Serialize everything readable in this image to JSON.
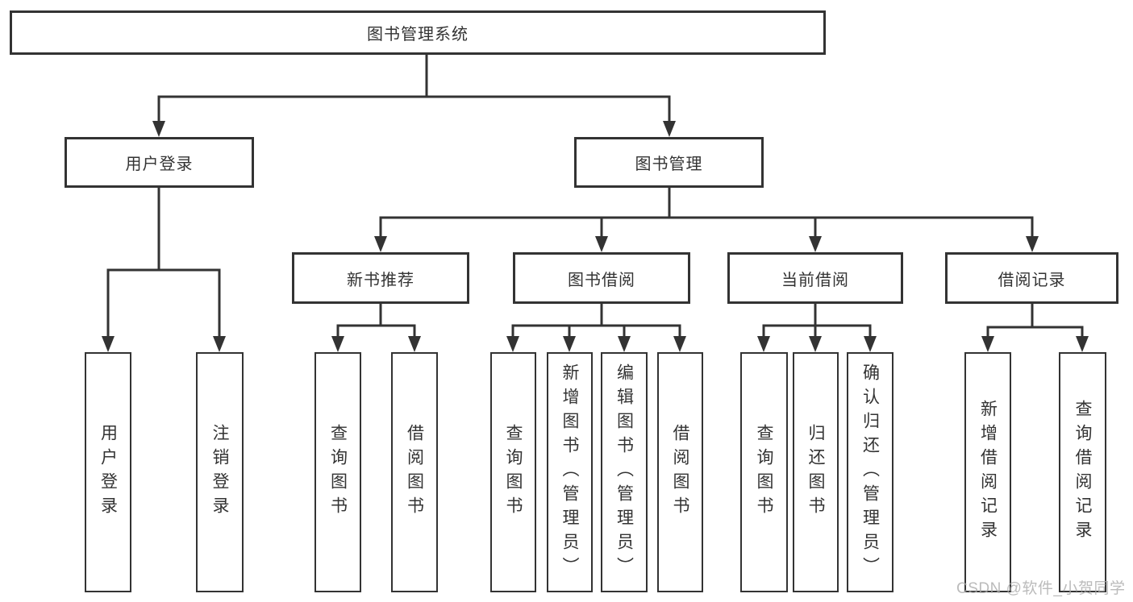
{
  "diagram": {
    "colors": {
      "line": "#333333",
      "text": "#333333",
      "background": "#ffffff",
      "watermark": "#ababab"
    },
    "root": {
      "label": "图书管理系统"
    },
    "branches": {
      "user_login": {
        "label": "用户登录",
        "leaves": [
          {
            "label": "用户登录"
          },
          {
            "label": "注销登录"
          }
        ]
      },
      "book_management": {
        "label": "图书管理",
        "sections": [
          {
            "label": "新书推荐",
            "leaves": [
              {
                "label": "查询图书"
              },
              {
                "label": "借阅图书"
              }
            ]
          },
          {
            "label": "图书借阅",
            "leaves": [
              {
                "label": "查询图书"
              },
              {
                "label": "新增图书（管理员）"
              },
              {
                "label": "编辑图书（管理员）"
              },
              {
                "label": "借阅图书"
              }
            ]
          },
          {
            "label": "当前借阅",
            "leaves": [
              {
                "label": "查询图书"
              },
              {
                "label": "归还图书"
              },
              {
                "label": "确认归还（管理员）"
              }
            ]
          },
          {
            "label": "借阅记录",
            "leaves": [
              {
                "label": "新增借阅记录"
              },
              {
                "label": "查询借阅记录"
              }
            ]
          }
        ]
      }
    },
    "watermark": {
      "text": "CSDN @软件_小贺同学"
    }
  }
}
